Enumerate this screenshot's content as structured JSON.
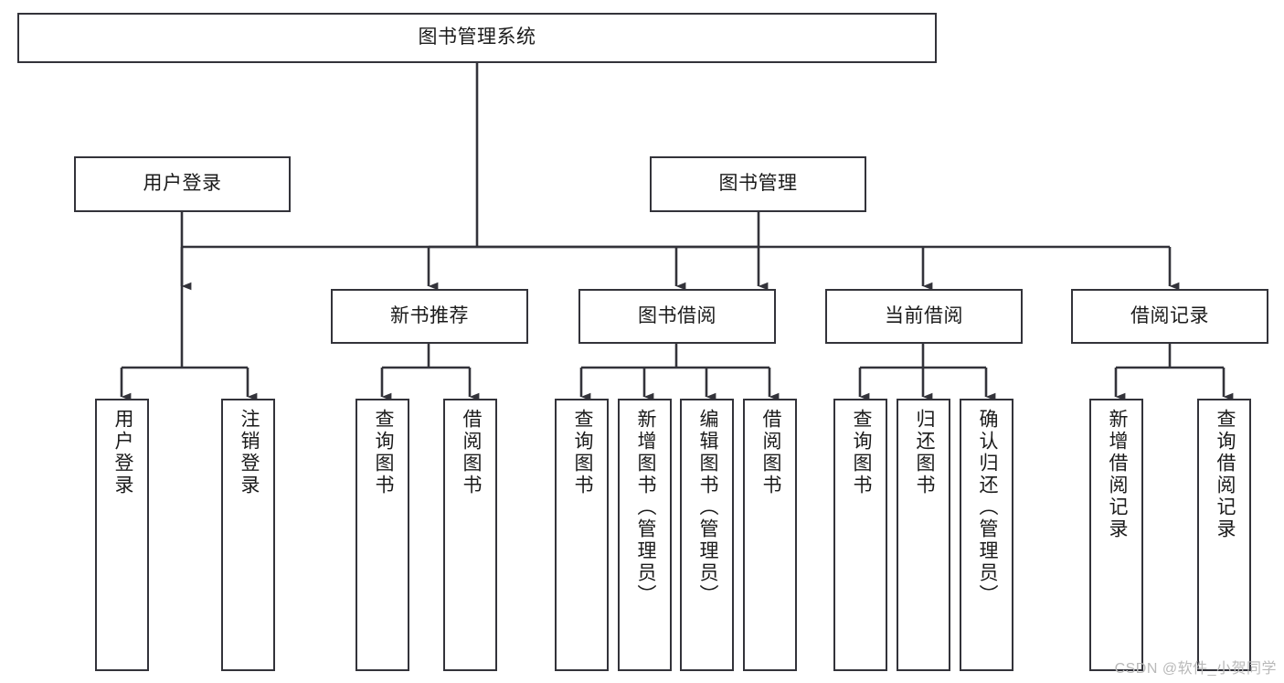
{
  "diagram": {
    "title": "图书管理系统",
    "watermark": "CSDN @软件_小贺同学",
    "stroke_color": "#33333a",
    "fill_color": "#ffffff",
    "text_color": "#1b1b1b",
    "background": "#ffffff",
    "root": {
      "label": "图书管理系统"
    },
    "level2": [
      {
        "label": "用户登录"
      },
      {
        "label": "图书管理"
      }
    ],
    "level3": [
      {
        "label": "新书推荐"
      },
      {
        "label": "图书借阅"
      },
      {
        "label": "当前借阅"
      },
      {
        "label": "借阅记录"
      }
    ],
    "leaves": {
      "user_login": [
        {
          "label": "用户登录"
        },
        {
          "label": "注销登录"
        }
      ],
      "new_book": [
        {
          "label": "查询图书"
        },
        {
          "label": "借阅图书"
        }
      ],
      "book_borrow": [
        {
          "label": "查询图书"
        },
        {
          "label": "新增图书（管理员）"
        },
        {
          "label": "编辑图书（管理员）"
        },
        {
          "label": "借阅图书"
        }
      ],
      "current_borrow": [
        {
          "label": "查询图书"
        },
        {
          "label": "归还图书"
        },
        {
          "label": "确认归还（管理员）"
        }
      ],
      "borrow_record": [
        {
          "label": "新增借阅记录"
        },
        {
          "label": "查询借阅记录"
        }
      ]
    }
  }
}
